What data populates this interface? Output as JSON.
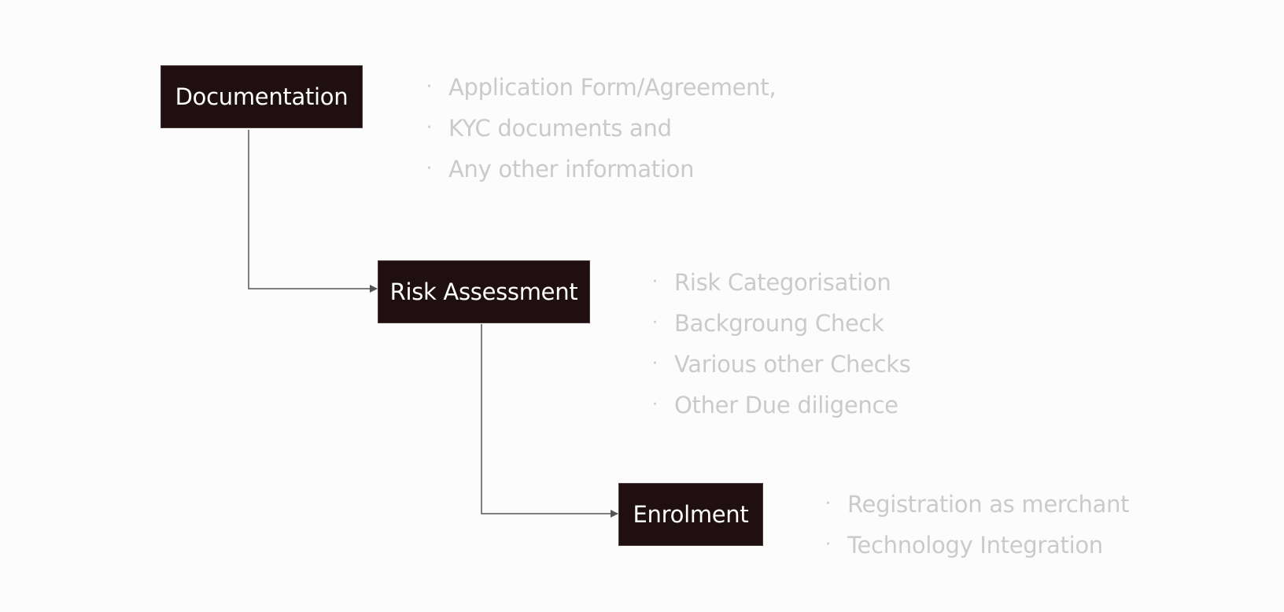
{
  "steps": [
    {
      "label": "Documentation",
      "details": [
        "Application Form/Agreement,",
        "KYC documents and",
        "Any other information"
      ]
    },
    {
      "label": "Risk Assessment",
      "details": [
        "Risk Categorisation",
        "Backgroung Check",
        "Various other Checks",
        "Other Due diligence"
      ]
    },
    {
      "label": "Enrolment",
      "details": [
        "Registration as merchant",
        "Technology Integration"
      ]
    }
  ],
  "bullet_symbol": "·",
  "colors": {
    "background": "#fdfcfc",
    "box_fill": "#1f0f10",
    "box_text": "#ffffff",
    "detail_text": "#cbcaca",
    "connector": "#555555"
  }
}
